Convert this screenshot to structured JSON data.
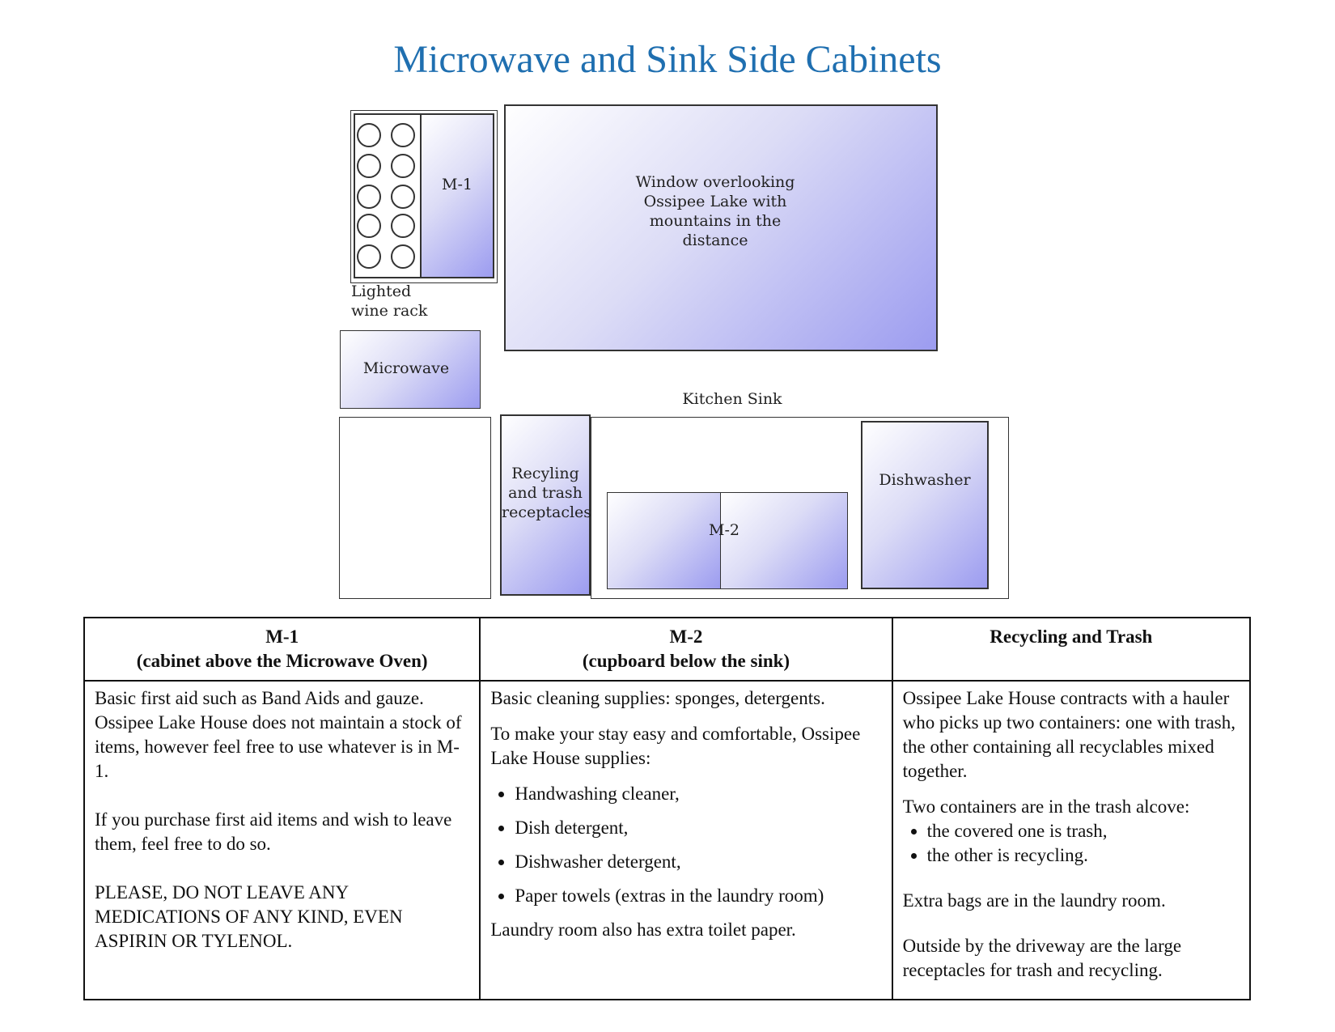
{
  "title": "Microwave and Sink Side Cabinets",
  "diagram": {
    "m1_label": "M-1",
    "wine_rack_label": "Lighted wine rack",
    "window_label": "Window overlooking Ossipee Lake with mountains in the distance",
    "microwave_label": "Microwave",
    "kitchen_sink_label": "Kitchen Sink",
    "recycling_label": "Recyling and trash receptacles",
    "m2_label": "M-2",
    "dishwasher_label": "Dishwasher"
  },
  "table": {
    "headers": [
      {
        "line1": "M-1",
        "line2": "(cabinet above the Microwave Oven)"
      },
      {
        "line1": "M-2",
        "line2": "(cupboard below the sink)"
      },
      {
        "line1": "Recycling and Trash",
        "line2": ""
      }
    ],
    "m1": {
      "p1": "Basic first aid such as Band Aids and gauze. Ossipee Lake House does not maintain a stock of items, however feel free to use whatever is in M-1.",
      "p2": "If you purchase first aid items and wish to leave them, feel free to do so.",
      "p3": "PLEASE, DO NOT LEAVE ANY MEDICATIONS OF ANY KIND, EVEN ASPIRIN OR TYLENOL."
    },
    "m2": {
      "p1": "Basic cleaning supplies: sponges, detergents.",
      "p2": "To make your stay easy and comfortable, Ossipee Lake House supplies:",
      "items": [
        "Handwashing cleaner,",
        "Dish detergent,",
        "Dishwasher detergent,",
        "Paper towels (extras in the laundry room)"
      ],
      "p3": "Laundry room also has extra toilet paper."
    },
    "trash": {
      "p1": "Ossipee Lake House contracts with a hauler who picks up two containers: one with trash, the other containing all recyclables mixed together.",
      "p2": "Two containers are in the trash alcove:",
      "items": [
        "the covered one is trash,",
        "the other is recycling."
      ],
      "p3": "Extra bags are in the laundry room.",
      "p4": "Outside by the driveway are the large receptacles for trash and recycling."
    }
  }
}
